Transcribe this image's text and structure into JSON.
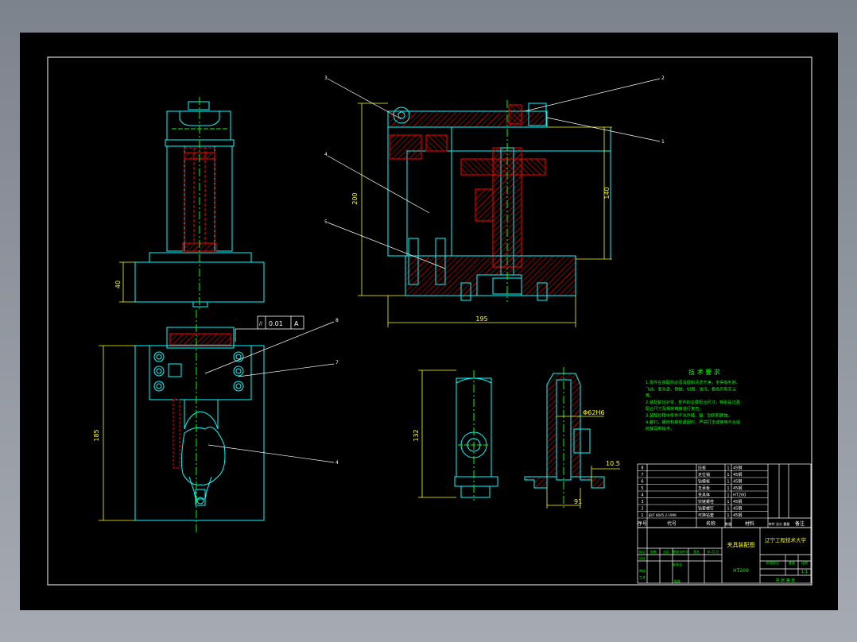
{
  "colors": {
    "background": "#8e939d",
    "sheet": "#000000",
    "frame": "#ffffff",
    "outline": "#00ffff",
    "hidden": "#ff0000",
    "centerline": "#00ff00",
    "dimension": "#ffff00",
    "leader": "#ffffff",
    "hatch": "#ff0000"
  },
  "leaders": {
    "n3": "3",
    "n2": "2",
    "n1": "1",
    "n4a": "4",
    "n5": "5",
    "n8": "8",
    "n7": "7",
    "n4b": "4"
  },
  "dimensions": {
    "d40": "40",
    "d200": "200",
    "d140": "140",
    "d195": "195",
    "d185": "185",
    "d132": "132",
    "d62h6": "Φ62H6",
    "d10_5": "10.5",
    "d91": "91"
  },
  "tolerance": {
    "symbol": "//",
    "value": "0.01",
    "datum": "A"
  },
  "tech_requirements": {
    "title": "技 术 要 求",
    "lines": [
      "1.零件在装配前必须清理和清洗干净，不得有毛刺、",
      "飞边、氧化皮、锈蚀、切屑、油污、着色剂和灰尘",
      "等。",
      "2.装配前应对零、部件的主要配合尺寸，特别是过盈",
      "配合尺寸及相关精度进行复查。",
      "3.装配过程中零件不允许磕、碰、划伤和锈蚀。",
      "4.螺钉、螺栓和螺母紧固时，严禁打击或使用不合适",
      "的旋具和扳手。"
    ]
  },
  "bom": {
    "rows": [
      {
        "no": "8",
        "code": "",
        "name": "压板",
        "qty": "1",
        "material": "45钢"
      },
      {
        "no": "7",
        "code": "",
        "name": "定位销",
        "qty": "1",
        "material": "45钢"
      },
      {
        "no": "6",
        "code": "",
        "name": "钻模板",
        "qty": "1",
        "material": "45钢"
      },
      {
        "no": "5",
        "code": "",
        "name": "支承板",
        "qty": "1",
        "material": "45钢"
      },
      {
        "no": "4",
        "code": "",
        "name": "夹具体",
        "qty": "1",
        "material": "HT200"
      },
      {
        "no": "3",
        "code": "",
        "name": "铰链螺栓",
        "qty": "1",
        "material": "45钢"
      },
      {
        "no": "2",
        "code": "",
        "name": "钻套螺钉",
        "qty": "1",
        "material": "45钢"
      },
      {
        "no": "1",
        "code": "JB/T 8045.2-1999",
        "name": "可换钻套",
        "qty": "1",
        "material": "45钢"
      }
    ],
    "header": {
      "no": "序号",
      "code": "代号",
      "name": "名称",
      "qty": "数量",
      "material": "材料",
      "weight": "单件 总计 重量",
      "remark": "备注"
    }
  },
  "title_block": {
    "drawing_title": "夹具装配图",
    "school": "辽宁工程技术大学",
    "material": "HT200",
    "scale_label": "比例",
    "scale_value": "1:1",
    "sheet_label": "共 张 第 张",
    "rev_cols": [
      "标记",
      "处数",
      "分区",
      "更改文件号",
      "签名",
      "年.月.日"
    ],
    "roles": [
      "设计",
      "标准化",
      "审核",
      "工艺",
      "批准"
    ],
    "stage_label": "阶段标记",
    "weight_label": "重量"
  }
}
